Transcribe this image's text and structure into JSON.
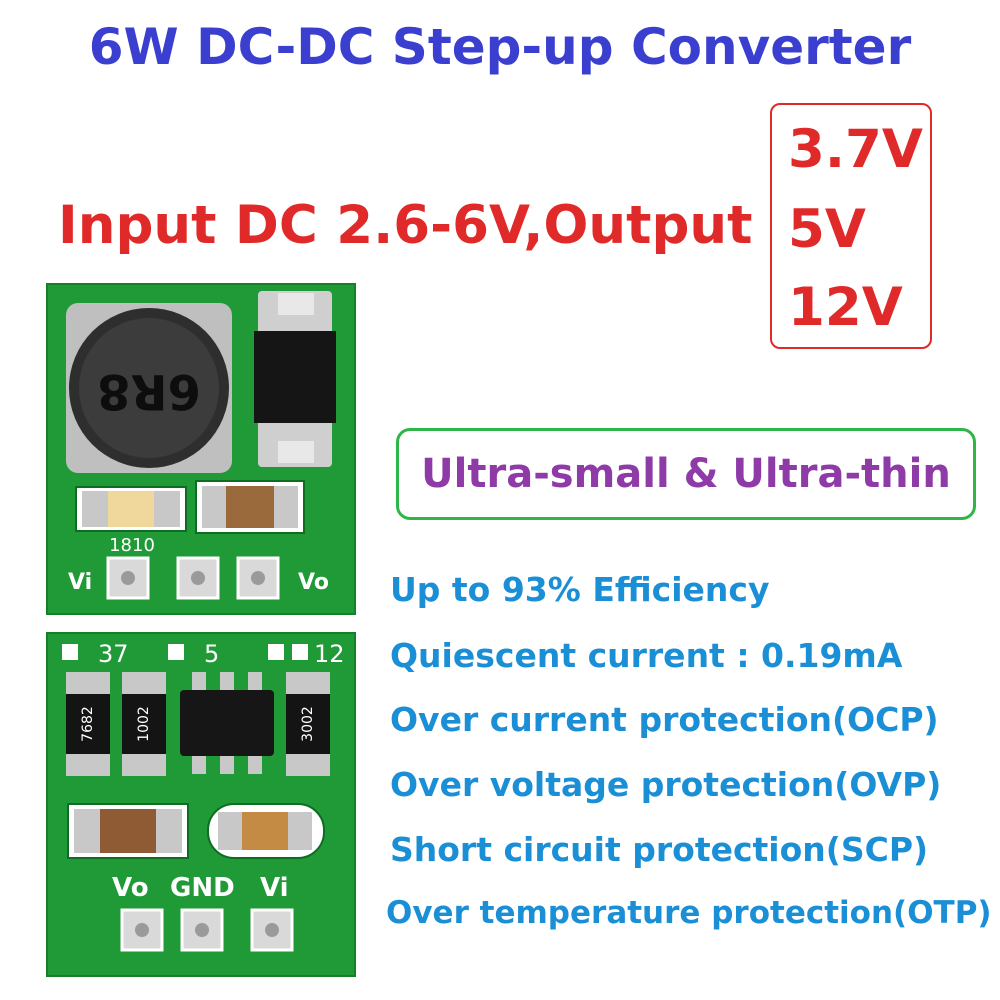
{
  "title": "6W DC-DC Step-up Converter",
  "input_text": "Input DC 2.6-6V,Output",
  "outputs": [
    "3.7V",
    "5V",
    "12V"
  ],
  "feature_tag": "Ultra-small & Ultra-thin",
  "specs": [
    "Up to 93% Efficiency",
    "Quiescent current : 0.19mA",
    "Over current protection(OCP)",
    "Over voltage protection(OVP)",
    "Short circuit protection(SCP)",
    "Over temperature protection(OTP)"
  ],
  "board_top": {
    "inductor_marking": "6R8",
    "cap_marking": "1810",
    "pin_left": "Vi",
    "pin_right": "Vo"
  },
  "board_bottom": {
    "jumpers": [
      "37",
      "5",
      "12"
    ],
    "resistor_markings": [
      "7682",
      "1002",
      "3002"
    ],
    "pins": [
      "Vo",
      "GND",
      "Vi"
    ]
  },
  "colors": {
    "title": "#3b3fd0",
    "input": "#e02a2a",
    "feature_text": "#8e3ba8",
    "feature_border": "#2fb548",
    "specs": "#1b8fd6",
    "pcb": "#1f9a36"
  }
}
